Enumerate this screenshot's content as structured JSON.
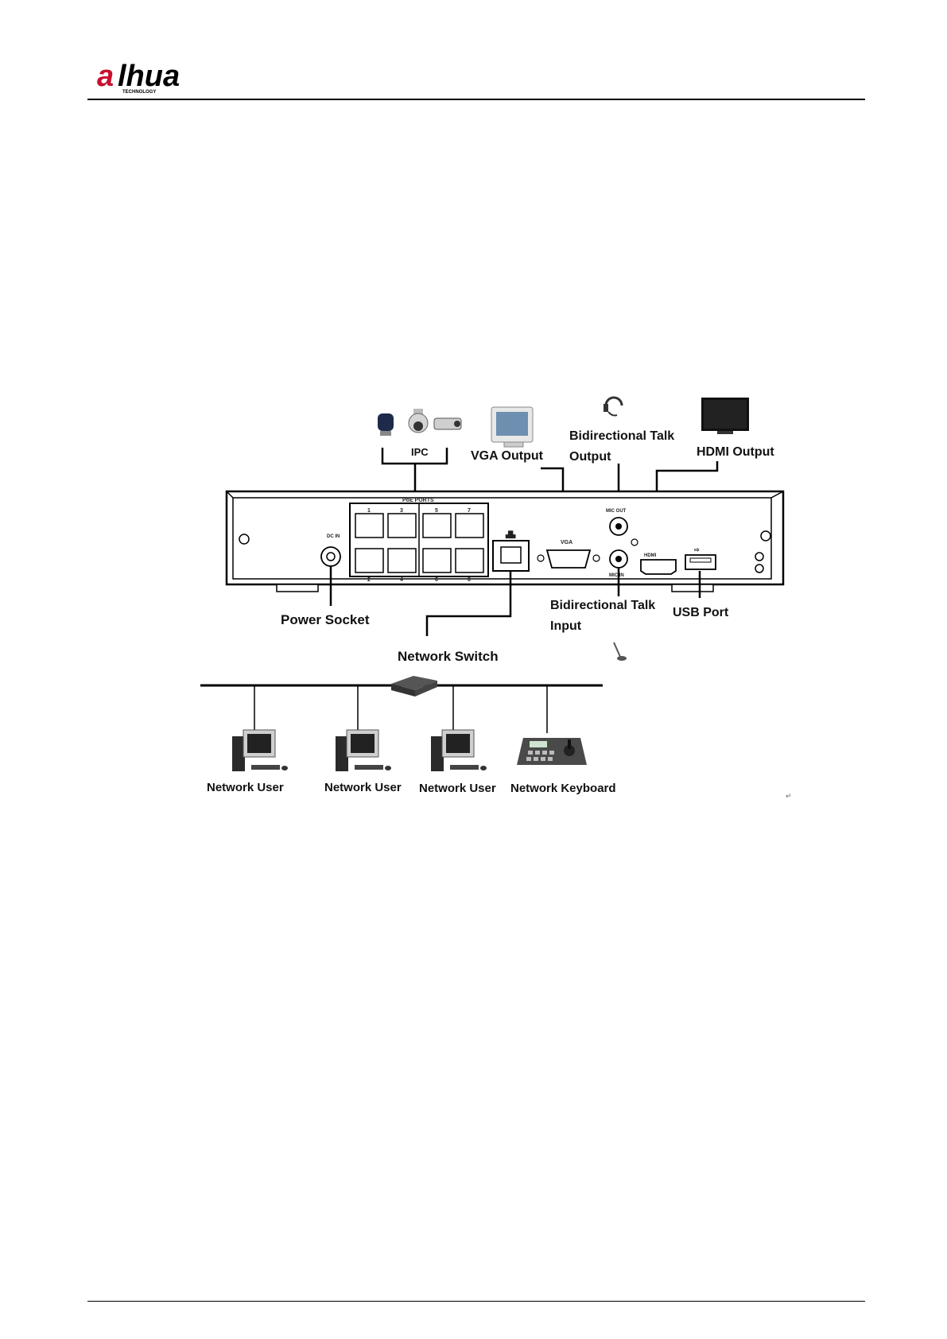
{
  "header": {
    "brand": "alhua",
    "brand_sub": "TECHNOLOGY"
  },
  "diagram": {
    "ipc_label": "IPC",
    "vga_label": "VGA Output",
    "talk_out_label_line1": "Bidirectional Talk",
    "talk_out_label_line2": "Output",
    "hdmi_label": "HDMI Output",
    "power_label": "Power Socket",
    "talk_in_label_line1": "Bidirectional Talk",
    "talk_in_label_line2": "Input",
    "usb_label": "USB Port",
    "switch_label": "Network Switch",
    "users": [
      "Network User",
      "Network User",
      "Network User"
    ],
    "keyboard_label": "Network Keyboard",
    "panel": {
      "poe_ports": "PoE PORTS",
      "port_numbers_top": [
        "1",
        "3",
        "5",
        "7"
      ],
      "port_numbers_bottom": [
        "2",
        "4",
        "6",
        "8"
      ],
      "dc_in": "DC IN",
      "vga": "VGA",
      "mic_out": "MIC OUT",
      "mic_in": "MIC IN",
      "hdmi": "HDMI"
    }
  }
}
